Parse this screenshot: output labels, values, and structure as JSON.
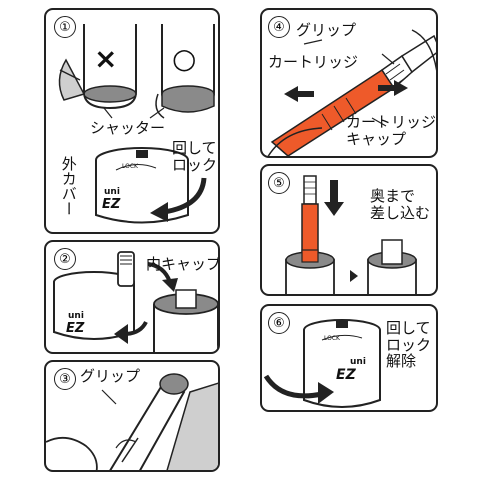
{
  "steps": [
    {
      "number": "①",
      "labels": {
        "wrong_mark": "×",
        "right_mark": "○",
        "shutter": "シャッター",
        "outer_cover": "外カバー",
        "turn_lock": "回して\nロック"
      }
    },
    {
      "number": "②",
      "labels": {
        "inner_cap": "内キャップ"
      }
    },
    {
      "number": "③",
      "labels": {
        "grip": "グリップ"
      }
    },
    {
      "number": "④",
      "labels": {
        "grip": "グリップ",
        "cartridge": "カートリッジ",
        "cartridge_cap": "カートリッジ\nキャップ"
      }
    },
    {
      "number": "⑤",
      "labels": {
        "push_in": "奥まで\n差し込む"
      }
    },
    {
      "number": "⑥",
      "labels": {
        "turn_unlock": "回して\nロック\n解除"
      }
    }
  ],
  "product_marks": {
    "brand": "uni",
    "model": "EZ",
    "lock": "LOCK"
  },
  "colors": {
    "ink": "#111111",
    "cartridge_orange": "#ee5a2a",
    "gray": "#8a8a8a",
    "light_gray": "#cfcfcf"
  }
}
